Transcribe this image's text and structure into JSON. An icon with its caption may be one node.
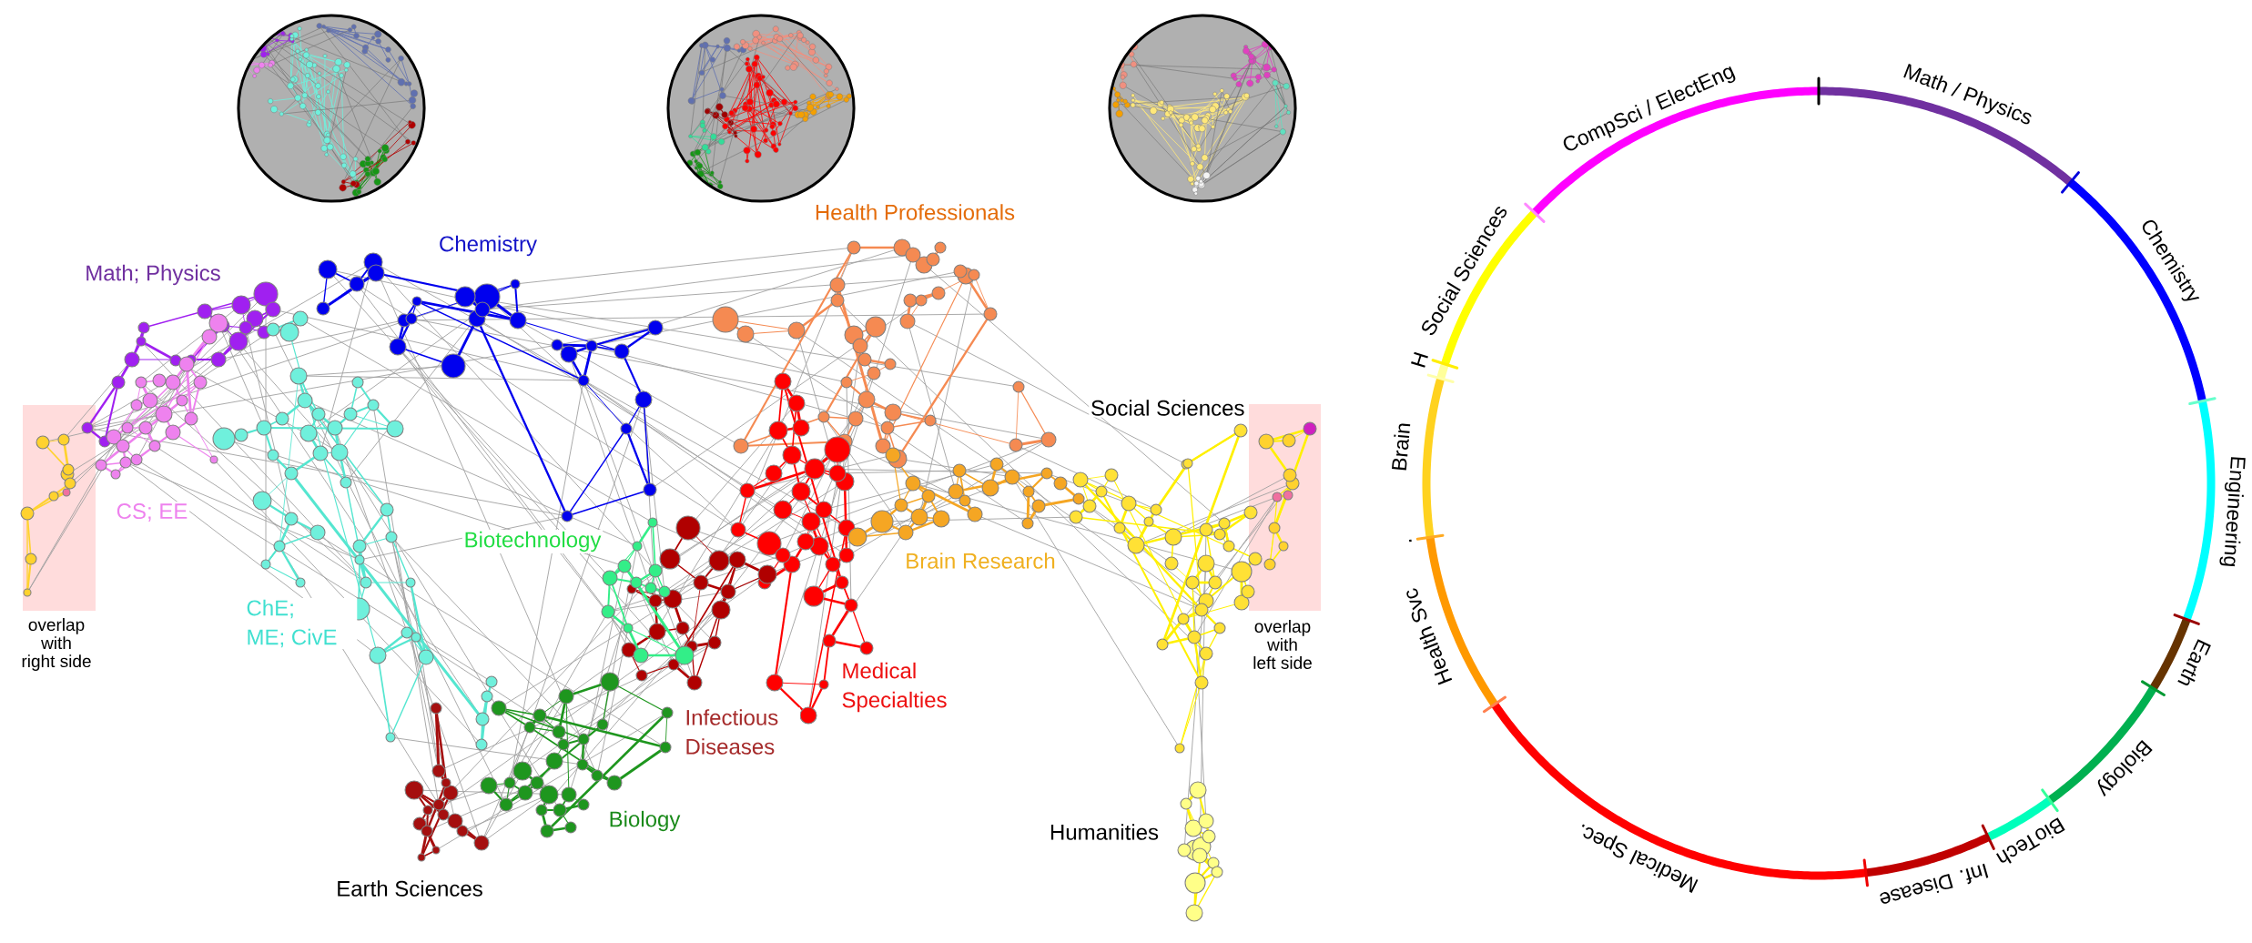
{
  "diagram": {
    "labels": [
      "Health Professionals",
      "Chemistry",
      "Math; Physics",
      "Social Sciences",
      "CS; EE",
      "Biotechnology",
      "Brain Research",
      "ChE; ME; CivE",
      "overlap with right side",
      "overlap with left side",
      "Medical Specialties",
      "Infectious Diseases",
      "Biology",
      "Humanities",
      "Earth Sciences",
      "Math / Physics",
      "Chemistry",
      "Engineering",
      "Earth",
      "Biology",
      "BioTech",
      "Inf. Disease",
      "Medical Spec.",
      "Health Svc",
      ".",
      "Brain",
      "H",
      "Social Sciences",
      "CompSci / ElectEng"
    ]
  }
}
